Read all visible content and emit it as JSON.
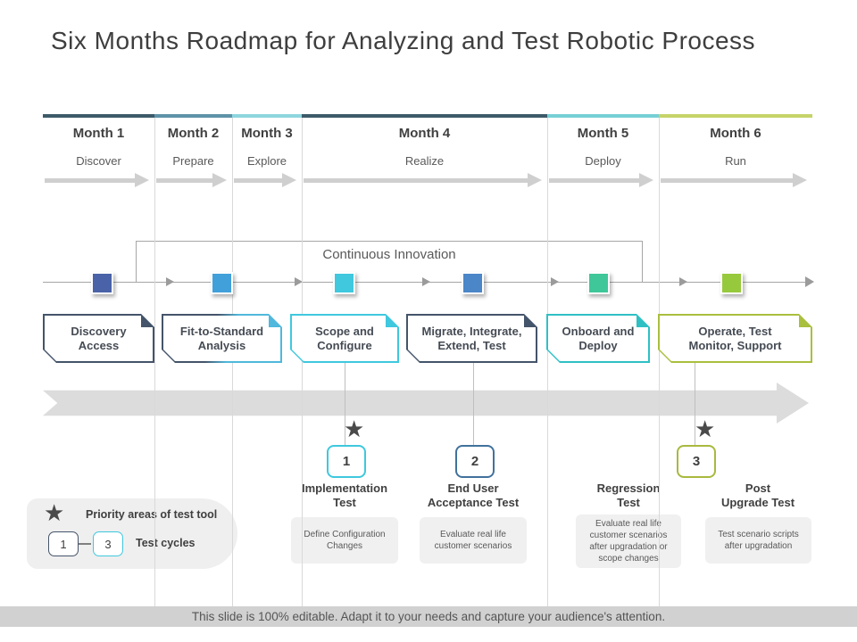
{
  "title": "Six Months Roadmap for Analyzing and Test Robotic Process",
  "header": {
    "months": [
      {
        "label": "Month 1",
        "phase": "Discover",
        "bar_color": "#3d5a68"
      },
      {
        "label": "Month 2",
        "phase": "Prepare",
        "bar_color": "#5e93a8"
      },
      {
        "label": "Month 3",
        "phase": "Explore",
        "bar_color": "#8ed6de"
      },
      {
        "label": "Month 4",
        "phase": "Realize",
        "bar_color": "#3d5a68"
      },
      {
        "label": "Month 5",
        "phase": "Deploy",
        "bar_color": "#76d0d6"
      },
      {
        "label": "Month 6",
        "phase": "Run",
        "bar_color": "#c6d469"
      }
    ]
  },
  "timeline": {
    "annotation": "Continuous Innovation",
    "milestone_colors": [
      "#4a62a8",
      "#41a0d9",
      "#3fc8de",
      "#4a86c8",
      "#3fc79a",
      "#97c93d"
    ]
  },
  "stages": [
    {
      "line1": "Discovery",
      "line2": "Access",
      "border": "#44546a",
      "fold": "#44546a"
    },
    {
      "line1": "Fit-to-Standard",
      "line2": "Analysis",
      "border": "linear-gradient(105deg, #44546a 42%, #4fb8dc 58%)",
      "fold": "#4fb8dc"
    },
    {
      "line1": "Scope and",
      "line2": "Configure",
      "border": "#3fc8de",
      "fold": "#3fc8de"
    },
    {
      "line1": "Migrate, Integrate,",
      "line2": "Extend, Test",
      "border": "#44546a",
      "fold": "#44546a"
    },
    {
      "line1": "Onboard and",
      "line2": "Deploy",
      "border": "#2fc0c4",
      "fold": "#2fc0c4"
    },
    {
      "line1": "Operate, Test",
      "line2": "Monitor, Support",
      "border": "#a9bf3e",
      "fold": "#a9bf3e"
    }
  ],
  "tests": [
    {
      "line1": "Implementation",
      "line2": "Test",
      "detail": "Define Configuration Changes"
    },
    {
      "line1": "End User",
      "line2": "Acceptance Test",
      "detail": "Evaluate real life customer scenarios"
    },
    {
      "line1": "Regression",
      "line2": "Test",
      "detail": "Evaluate real life customer scenarios after upgradation or scope changes"
    },
    {
      "line1": "Post",
      "line2": "Upgrade Test",
      "detail": "Test scenario scripts after upgradation"
    }
  ],
  "cycles": [
    {
      "label": "1",
      "color": "#3fc8de"
    },
    {
      "label": "2",
      "color": "#41719c"
    },
    {
      "label": "3",
      "color": "#a9b93e"
    }
  ],
  "legend": {
    "priority_label": "Priority areas of test tool",
    "cycles_label": "Test cycles",
    "cycle_from": "1",
    "cycle_to": "3",
    "from_color": "#44546a",
    "to_color": "#3fc8de"
  },
  "footer": "This slide is 100% editable. Adapt it to your needs and capture your audience's attention."
}
